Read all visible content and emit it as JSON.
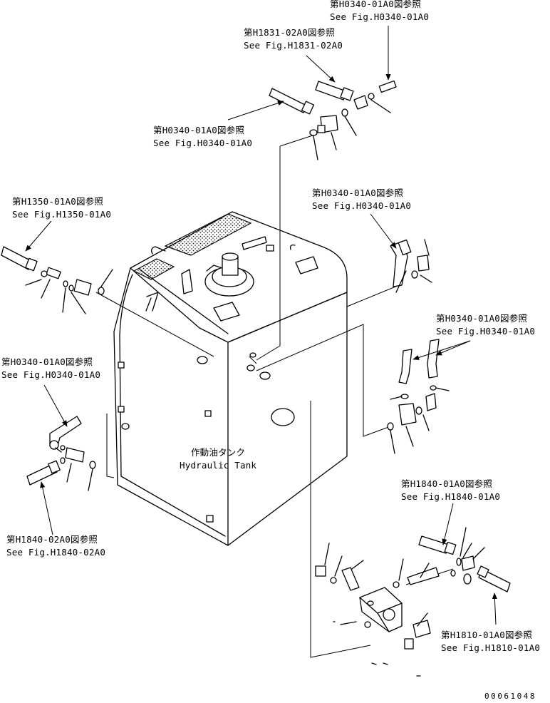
{
  "refs": {
    "top_right": {
      "jp": "第H0340-01A0図参照",
      "en": "See Fig.H0340-01A0"
    },
    "top_h1831": {
      "jp": "第H1831-02A0図参照",
      "en": "See Fig.H1831-02A0"
    },
    "top_left_hose": {
      "jp": "第H0340-01A0図参照",
      "en": "See Fig.H0340-01A0"
    },
    "right_elbow": {
      "jp": "第H0340-01A0図参照",
      "en": "See Fig.H0340-01A0"
    },
    "left_h1350": {
      "jp": "第H1350-01A0図参照",
      "en": "See Fig.H1350-01A0"
    },
    "right_pair": {
      "jp": "第H0340-01A0図参照",
      "en": "See Fig.H0340-01A0"
    },
    "left_elbow": {
      "jp": "第H0340-01A0図参照",
      "en": "See Fig.H0340-01A0"
    },
    "bottom_left_h1840": {
      "jp": "第H1840-02A0図参照",
      "en": "See Fig.H1840-02A0"
    },
    "bottom_right_h1840": {
      "jp": "第H1840-01A0図参照",
      "en": "See Fig.H1840-01A0"
    },
    "bottom_right_h1810": {
      "jp": "第H1810-01A0図参照",
      "en": "See Fig.H1810-01A0"
    }
  },
  "tank": {
    "jp": "作動油タンク",
    "en": "Hydraulic Tank"
  },
  "drawing_number": "00061048"
}
